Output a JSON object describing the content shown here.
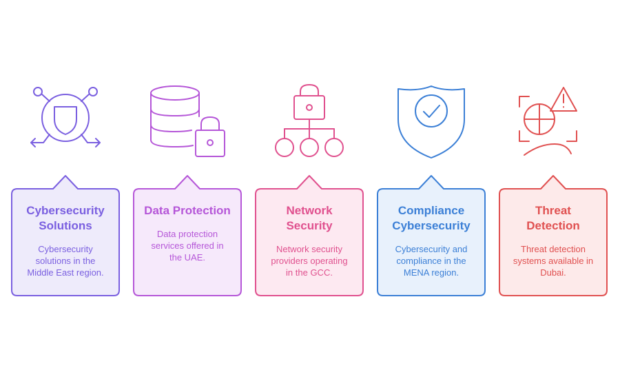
{
  "items": [
    {
      "title": "Cybersecurity\nSolutions",
      "description": "Cybersecurity\nsolutions in the\nMiddle East region.",
      "icon": "shield-network-icon",
      "color": "#7a5fe0",
      "fill": "#eeebfb"
    },
    {
      "title": "Data Protection",
      "description": "Data protection\nservices offered in\nthe UAE.",
      "icon": "database-lock-icon",
      "color": "#b556d8",
      "fill": "#f6e9fb"
    },
    {
      "title": "Network\nSecurity",
      "description": "Network security\nproviders operating\nin the GCC.",
      "icon": "network-lock-icon",
      "color": "#e0508e",
      "fill": "#fde9f1"
    },
    {
      "title": "Compliance\nCybersecurity",
      "description": "Cybersecurity and\ncompliance in the\nMENA region.",
      "icon": "shield-check-icon",
      "color": "#3b7fd6",
      "fill": "#e8f1fc"
    },
    {
      "title": "Threat\nDetection",
      "description": "Threat detection\nsystems available in\nDubai.",
      "icon": "threat-detection-icon",
      "color": "#e05050",
      "fill": "#fdeaea"
    }
  ]
}
